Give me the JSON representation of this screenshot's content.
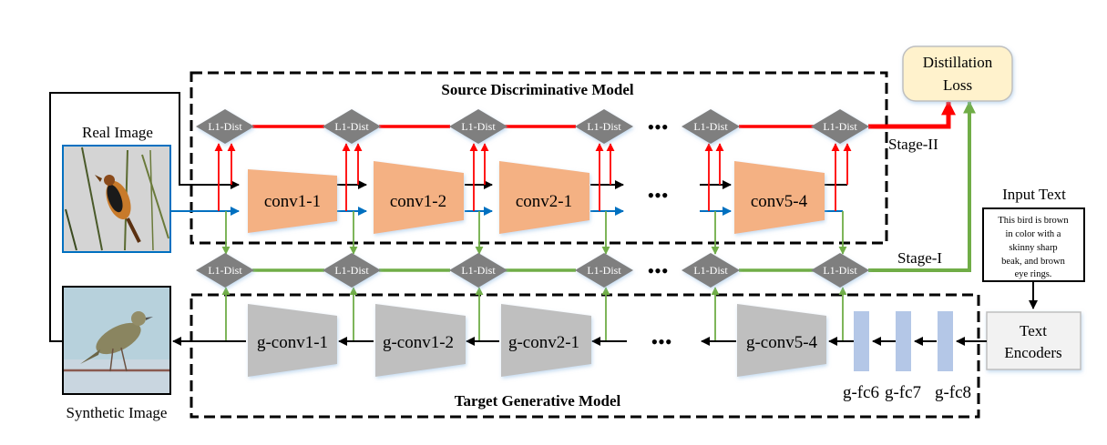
{
  "source_model": {
    "title": "Source Discriminative Model",
    "layers": [
      "conv1-1",
      "conv1-2",
      "conv2-1",
      "conv5-4"
    ],
    "ellipsis": "•••"
  },
  "target_model": {
    "title": "Target Generative Model",
    "layers": [
      "g-conv1-1",
      "g-conv1-2",
      "g-conv2-1",
      "g-conv5-4"
    ],
    "fc_layers": [
      "g-fc6",
      "g-fc7",
      "g-fc8"
    ],
    "ellipsis": "•••"
  },
  "distance_node_label": "L1-Dist",
  "stages": {
    "stage2": "Stage-II",
    "stage1": "Stage-I"
  },
  "distillation_loss": {
    "line1": "Distillation",
    "line2": "Loss"
  },
  "real_image": {
    "label": "Real Image"
  },
  "synthetic_image": {
    "label": "Synthetic Image"
  },
  "input_text": {
    "label": "Input Text",
    "lines": [
      "This bird is brown",
      "in color with a",
      "skinny sharp",
      "beak, and brown",
      "eye rings."
    ]
  },
  "text_encoders": {
    "line1": "Text",
    "line2": "Encoders"
  },
  "colors": {
    "stage2_red": "#ff0000",
    "stage1_green": "#70ad47",
    "blue_path": "#0070c0",
    "source_layer_fill": "#f4b183",
    "target_layer_fill": "#bfbfbf",
    "fc_fill": "#b4c7e7",
    "dist_node": "#7f7f7f",
    "loss_fill": "#fff2cc"
  }
}
